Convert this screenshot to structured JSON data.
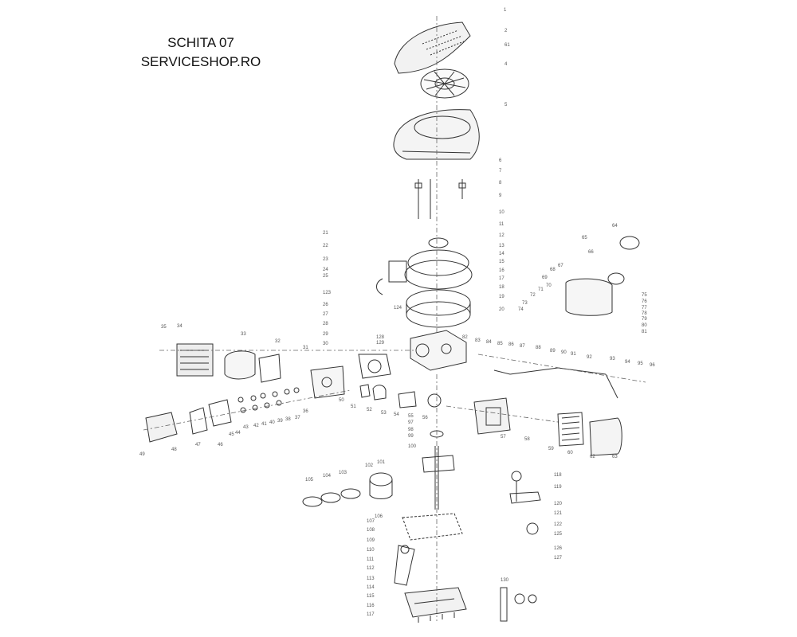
{
  "header": {
    "line1": "SCHITA 07",
    "line2": "SERVICESHOP.RO"
  },
  "callouts": [
    "1",
    "2",
    "61",
    "4",
    "5",
    "6",
    "7",
    "8",
    "9",
    "10",
    "11",
    "12",
    "13",
    "14",
    "15",
    "16",
    "17",
    "18",
    "19",
    "20",
    "21",
    "22",
    "23",
    "24",
    "25",
    "123",
    "124",
    "26",
    "27",
    "28",
    "29",
    "30",
    "31",
    "32",
    "33",
    "34",
    "35",
    "36",
    "37",
    "38",
    "39",
    "40",
    "41",
    "42",
    "43",
    "44",
    "45",
    "46",
    "47",
    "48",
    "49",
    "50",
    "51",
    "52",
    "53",
    "54",
    "55",
    "56",
    "57",
    "58",
    "59",
    "60",
    "62",
    "63",
    "64",
    "65",
    "66",
    "67",
    "68",
    "69",
    "70",
    "71",
    "72",
    "73",
    "74",
    "75",
    "76",
    "77",
    "78",
    "79",
    "80",
    "81",
    "82",
    "83",
    "84",
    "85",
    "86",
    "87",
    "88",
    "89",
    "90",
    "91",
    "92",
    "93",
    "94",
    "95",
    "96",
    "97",
    "98",
    "99",
    "100",
    "101",
    "102",
    "103",
    "104",
    "105",
    "106",
    "107",
    "108",
    "109",
    "110",
    "111",
    "112",
    "113",
    "114",
    "115",
    "116",
    "117",
    "118",
    "119",
    "120",
    "121",
    "122",
    "125",
    "126",
    "127",
    "128",
    "129",
    "130"
  ],
  "colors": {
    "line": "#333333",
    "label": "#555555",
    "ink": "#111111"
  }
}
